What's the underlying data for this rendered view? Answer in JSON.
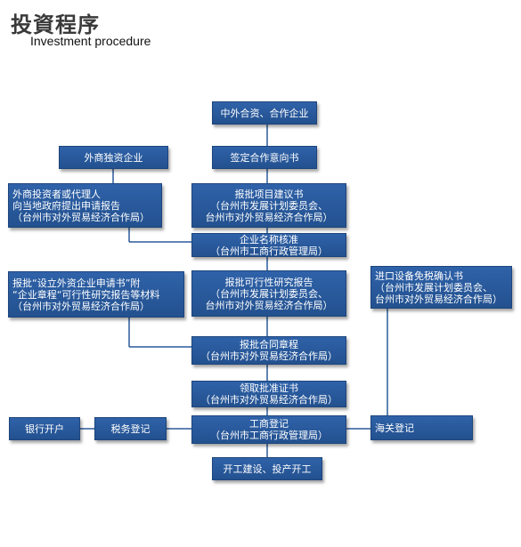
{
  "title": {
    "cn": "投資程序",
    "en": "Investment procedure"
  },
  "nodes": {
    "jv": {
      "lines": [
        "中外合资、合作企业"
      ]
    },
    "wfoe": {
      "lines": [
        "外商独资企业"
      ]
    },
    "intent": {
      "lines": [
        "签定合作意向书"
      ]
    },
    "proposal": {
      "lines": [
        "报批项目建议书",
        "（台州市发展计划委员会、",
        "台州市对外贸易经济合作局）"
      ]
    },
    "application": {
      "lines": [
        "外商投资者或代理人",
        "向当地政府提出申请报告",
        "（台州市对外贸易经济合作局）"
      ]
    },
    "namecheck": {
      "lines": [
        "企业名称核准",
        "（台州市工商行政管理局）"
      ]
    },
    "establish": {
      "lines": [
        "报批“设立外资企业申请书”附",
        "“企业章程“可行性研究报告等材料",
        "（台州市对外贸易经济合作局）"
      ]
    },
    "feasibility": {
      "lines": [
        "报批可行性研究报告",
        "（台州市发展计划委员会、",
        "台州市对外贸易经济合作局）"
      ]
    },
    "equipment": {
      "lines": [
        "进口设备免税确认书",
        "（台州市发展计划委员会、",
        "台州市对外贸易经济合作局）"
      ]
    },
    "contract": {
      "lines": [
        "报批合同章程",
        "（台州市对外贸易经济合作局）"
      ]
    },
    "certificate": {
      "lines": [
        "领取批准证书",
        "（台州市对外贸易经济合作局）"
      ]
    },
    "business": {
      "lines": [
        "工商登记",
        "（台州市工商行政管理局）"
      ]
    },
    "bank": {
      "lines": [
        "银行开户"
      ]
    },
    "tax": {
      "lines": [
        "税务登记"
      ]
    },
    "customs": {
      "lines": [
        "海关登记"
      ]
    },
    "construction": {
      "lines": [
        "开工建设、投产开工"
      ]
    }
  }
}
